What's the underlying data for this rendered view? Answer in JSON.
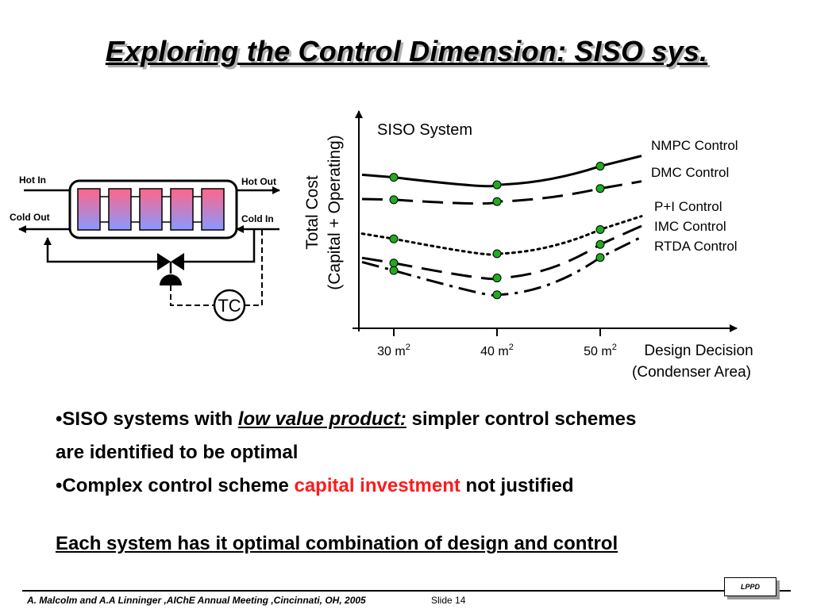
{
  "slide": {
    "title": "Exploring the Control Dimension: SISO sys.",
    "bullets": {
      "b1_prefix": "•SISO systems with ",
      "b1_emphasis": "low value product:",
      "b1_suffix": " simpler control schemes",
      "b1_line2": "are identified to be optimal",
      "b2_prefix": "•Complex control scheme ",
      "b2_highlight": "capital investment",
      "b2_suffix": " not justified",
      "highlight_color": "#ff1a1a"
    },
    "conclusion": "Each system has it optimal combination of design and control",
    "footer": {
      "author": "A. Malcolm and A.A Linninger ,AIChE Annual Meeting ,Cincinnati, OH, 2005",
      "slide": "Slide 14",
      "logo": "LPPD"
    }
  },
  "diagram": {
    "exchanger": {
      "hot_in": "Hot In",
      "hot_out": "Hot Out",
      "cold_out": "Cold Out",
      "cold_in": "Cold In",
      "controller": "TC",
      "plates": 5,
      "plate_gradient": [
        "#ff6688",
        "#8899ff"
      ]
    }
  },
  "chart_data": {
    "type": "line",
    "title": "SISO System",
    "ylabel_line1": "Total Cost",
    "ylabel_line2": "(Capital + Operating)",
    "xlabel_line1": "Design Decision",
    "xlabel_line2": "(Condenser Area)",
    "x": [
      30,
      40,
      50
    ],
    "x_tick_labels": [
      {
        "base": "30 m",
        "sup": "2"
      },
      {
        "base": "40 m",
        "sup": "2"
      },
      {
        "base": "50 m",
        "sup": "2"
      }
    ],
    "marker_color": "#22aa22",
    "series": [
      {
        "name": "NMPC Control",
        "style": "solid",
        "values": [
          8.1,
          7.7,
          8.7
        ]
      },
      {
        "name": "DMC Control",
        "style": "dashed",
        "values": [
          6.9,
          6.8,
          7.5
        ]
      },
      {
        "name": "P+I Control",
        "style": "dotted",
        "values": [
          4.8,
          4.0,
          5.3
        ]
      },
      {
        "name": "IMC Control",
        "style": "dashed",
        "values": [
          3.5,
          2.7,
          4.5
        ]
      },
      {
        "name": "RTDA Control",
        "style": "dashdot",
        "values": [
          3.1,
          1.8,
          3.8
        ]
      }
    ]
  }
}
